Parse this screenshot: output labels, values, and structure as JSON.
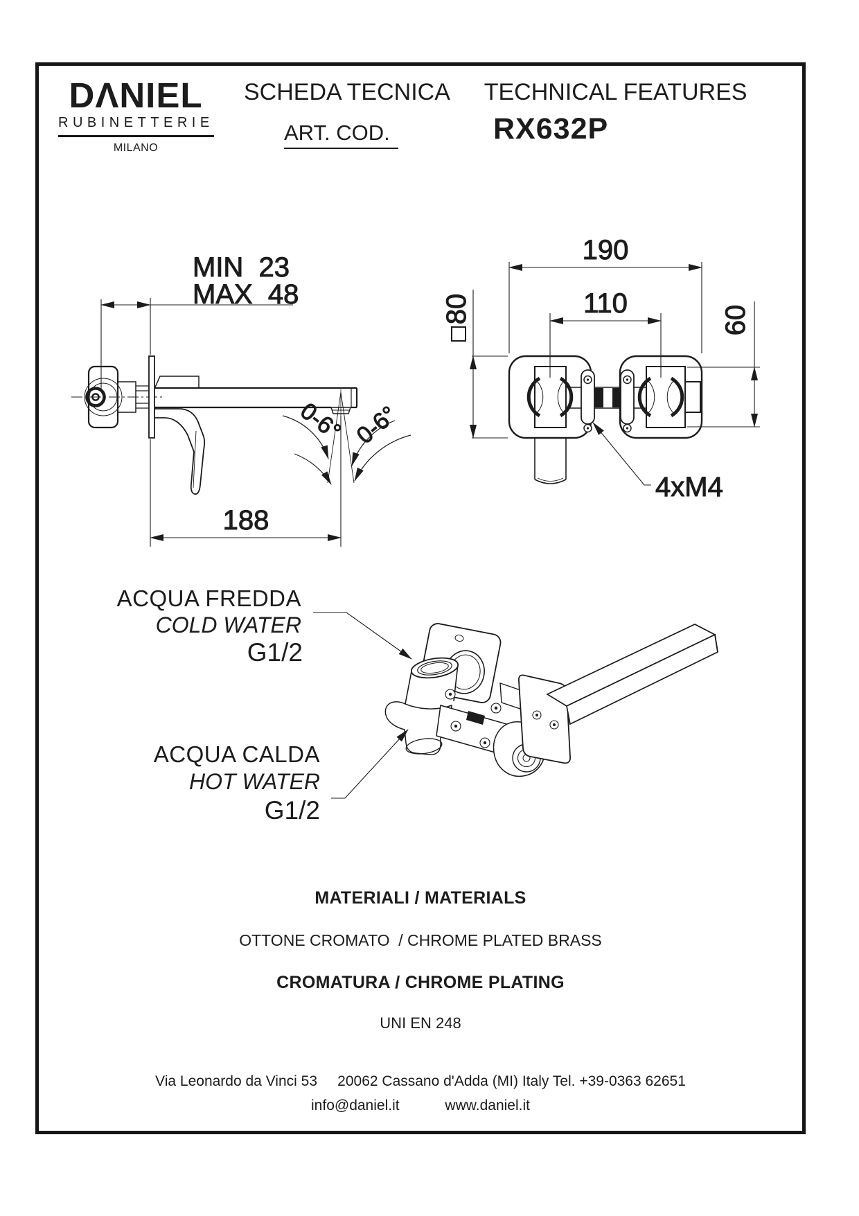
{
  "logo": {
    "name": "DΛNIEL",
    "sub": "RUBINETTERIE",
    "city": "MILANO"
  },
  "header": {
    "title_it": "SCHEDA TECNICA",
    "title_en": "TECHNICAL FEATURES",
    "art_label": "ART. COD.",
    "art_value": "RX632P"
  },
  "side_view": {
    "dim_min": "MIN  23",
    "dim_max": "MAX  48",
    "dim_spout": "188",
    "angle_left": "0-6°",
    "angle_right": "0-6°"
  },
  "front_view": {
    "dim_width": "190",
    "dim_centers": "110",
    "dim_plate": "80",
    "dim_handle": "60",
    "screws": "4xM4"
  },
  "connections": {
    "cold_it": "ACQUA FREDDA",
    "cold_en": "COLD WATER",
    "cold_g": "G1/2",
    "hot_it": "ACQUA CALDA",
    "hot_en": "HOT WATER",
    "hot_g": "G1/2"
  },
  "materials": {
    "title": "MATERIALI / MATERIALS",
    "line": "OTTONE CROMATO  / CHROME PLATED BRASS",
    "plating": "CROMATURA / CHROME PLATING",
    "standard": "UNI EN 248"
  },
  "footer": {
    "address": "Via Leonardo da Vinci 53     20062 Cassano d'Adda (MI) Italy Tel. +39-0363 62651",
    "email": "info@daniel.it",
    "website": "www.daniel.it"
  },
  "colors": {
    "ink": "#1c1c1c",
    "paper": "#ffffff"
  }
}
